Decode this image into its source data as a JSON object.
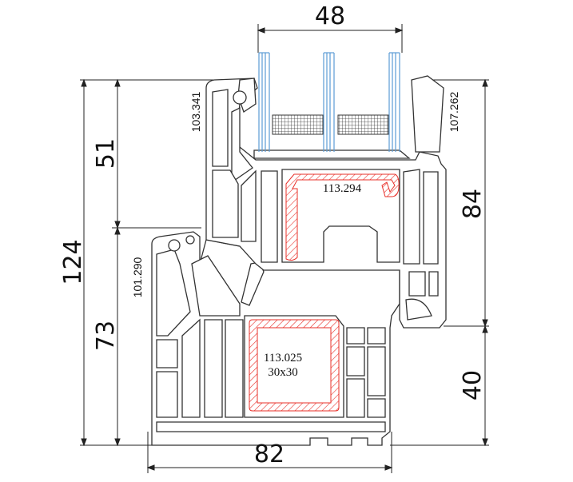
{
  "dimensions": {
    "glass_width": "48",
    "total_height": "124",
    "sash_upper": "51",
    "frame_lower": "73",
    "sash_height": "84",
    "frame_bottom": "40",
    "frame_width": "82"
  },
  "profile_codes": {
    "sash_gasket": "103.341",
    "glazing_bead": "107.262",
    "frame_gasket": "101.290",
    "sash_reinforcement": "113.294",
    "frame_reinforcement": "113.025",
    "frame_reinforcement_size": "30x30"
  },
  "colors": {
    "reinforcement": "#e8302a",
    "glass": "#5b9bd5",
    "line": "#222222"
  }
}
